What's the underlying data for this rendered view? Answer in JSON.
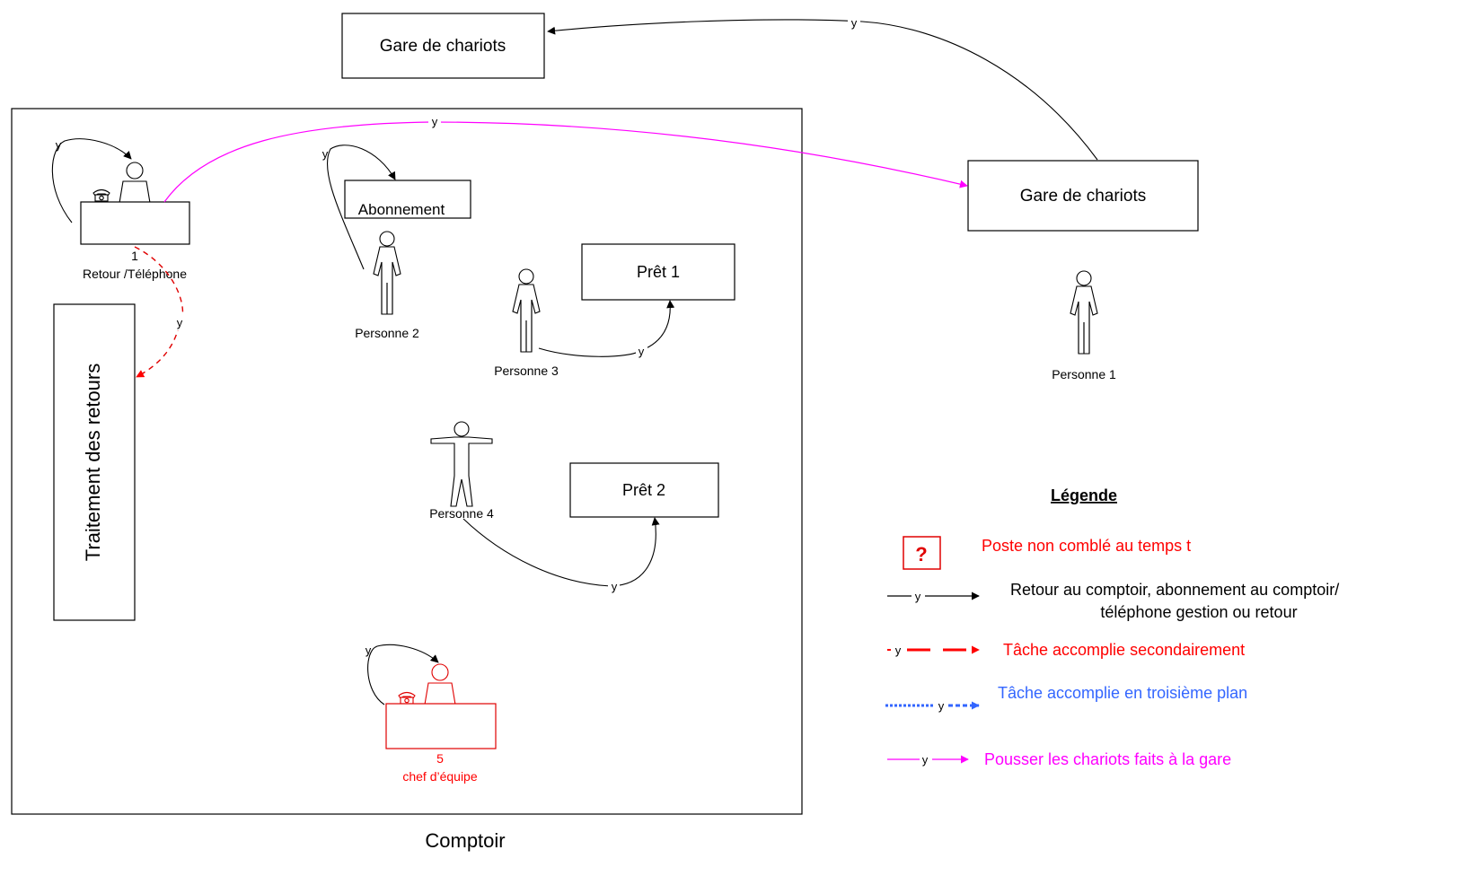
{
  "diagram": {
    "top_station": "Gare de chariots",
    "right_station": "Gare de chariots",
    "counter_label": "Comptoir",
    "treatment": "Traitement des retours",
    "abonnement": "Abonnement",
    "pret1": "Prêt 1",
    "pret2": "Prêt 2",
    "desk1_number": "1",
    "desk1_label": "Retour /Téléphone",
    "desk5_number": "5",
    "desk5_label": "chef d’équipe",
    "person1": "Personne 1",
    "person2": "Personne 2",
    "person3": "Personne 3",
    "person4": "Personne 4",
    "arrow_label": "y"
  },
  "legend": {
    "title": "Légende",
    "question_mark": "?",
    "items": [
      {
        "text": "Poste non comblé au temps t",
        "color": "#ff0000"
      },
      {
        "text_line1": "Retour au comptoir, abonnement au comptoir/",
        "text_line2": "téléphone gestion ou retour",
        "color": "#000000"
      },
      {
        "text": "Tâche accomplie secondairement",
        "color": "#ff0000"
      },
      {
        "text": "Tâche accomplie en troisième plan",
        "color": "#3366ff"
      },
      {
        "text": "Pousser les chariots faits  à la gare",
        "color": "#ff00ff"
      }
    ]
  },
  "colors": {
    "black": "#000000",
    "red": "#ff0000",
    "blue": "#3366ff",
    "magenta": "#ff00ff"
  }
}
